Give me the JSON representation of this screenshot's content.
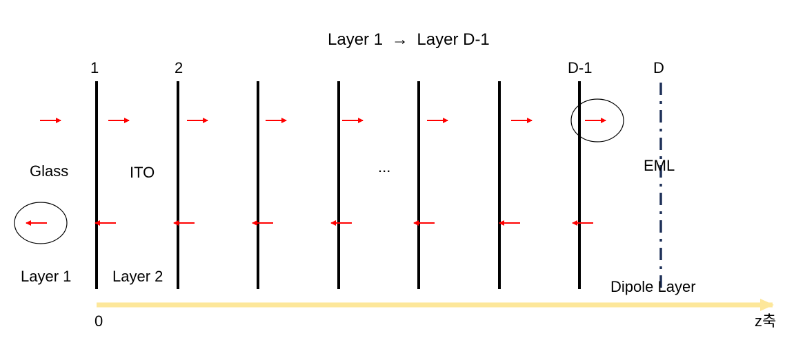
{
  "title": {
    "from": "Layer 1",
    "arrow_glyph": "→",
    "to": "Layer D-1"
  },
  "interface_labels": [
    "1",
    "2",
    "D-1",
    "D"
  ],
  "layer_names": {
    "glass": "Glass",
    "ito": "ITO",
    "ellipsis": "...",
    "eml": "EML"
  },
  "layer_numbers": {
    "layer1": "Layer 1",
    "layer2": "Layer 2"
  },
  "dipole_label": "Dipole Layer",
  "axis": {
    "origin": "0",
    "label": "z축",
    "color": "#fde79a"
  },
  "colors": {
    "arrow": "#ff0000",
    "interface_line": "#000000",
    "dipole_line": "#1f3158"
  },
  "counts": {
    "solid_interfaces": 7,
    "forward_arrows": 8,
    "backward_arrows": 8
  }
}
